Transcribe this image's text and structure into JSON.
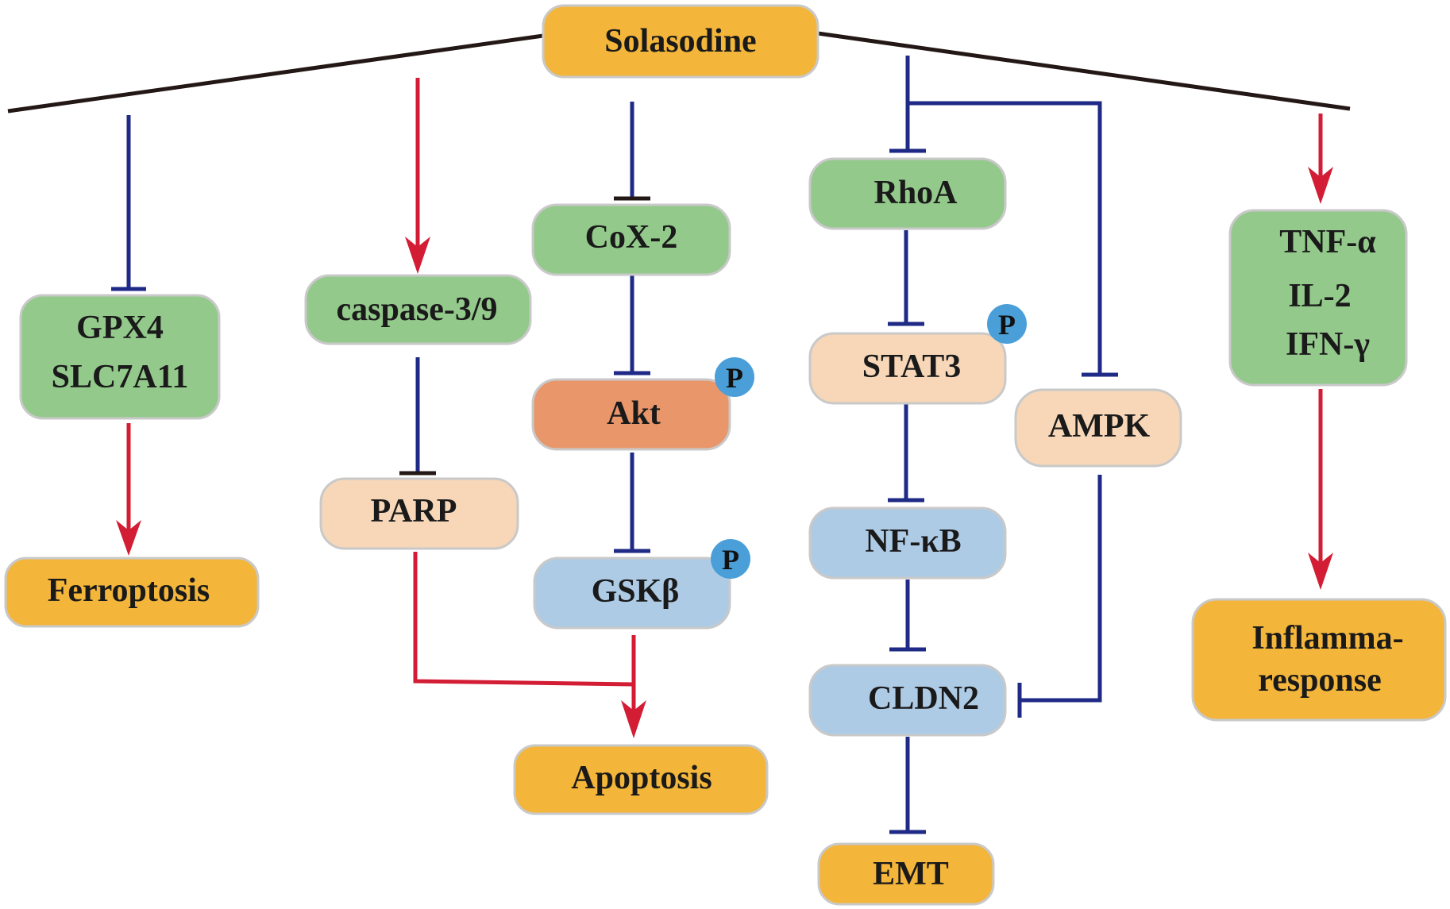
{
  "colors": {
    "orange_node": "#f3b53a",
    "green_node": "#93c98b",
    "peach_node": "#f7d7b8",
    "blue_node": "#aecbe6",
    "akt_node": "#e9966a",
    "badge": "#4a9fd8",
    "activation": "#d21d34",
    "inhibition": "#1f2a86",
    "branch": "#231815"
  },
  "nodes": {
    "solasodine": "Solasodine",
    "gpx4": "GPX4",
    "slc7a11": "SLC7A11",
    "ferroptosis": "Ferroptosis",
    "caspase": "caspase-3/9",
    "parp": "PARP",
    "cox2": "CoX-2",
    "akt": "Akt",
    "gsk": "GSKβ",
    "apoptosis": "Apoptosis",
    "rhoa": "RhoA",
    "stat3": "STAT3",
    "ampk": "AMPK",
    "nfkb": "NF-κB",
    "cldn2": "CLDN2",
    "emt": "EMT",
    "tnf": "TNF-α",
    "il2": "IL-2",
    "ifn": "IFN-γ",
    "inflamma_line1": "Inflamma-",
    "inflamma_line2": "response"
  },
  "badges": {
    "akt": "P",
    "gsk": "P",
    "stat3": "P"
  }
}
